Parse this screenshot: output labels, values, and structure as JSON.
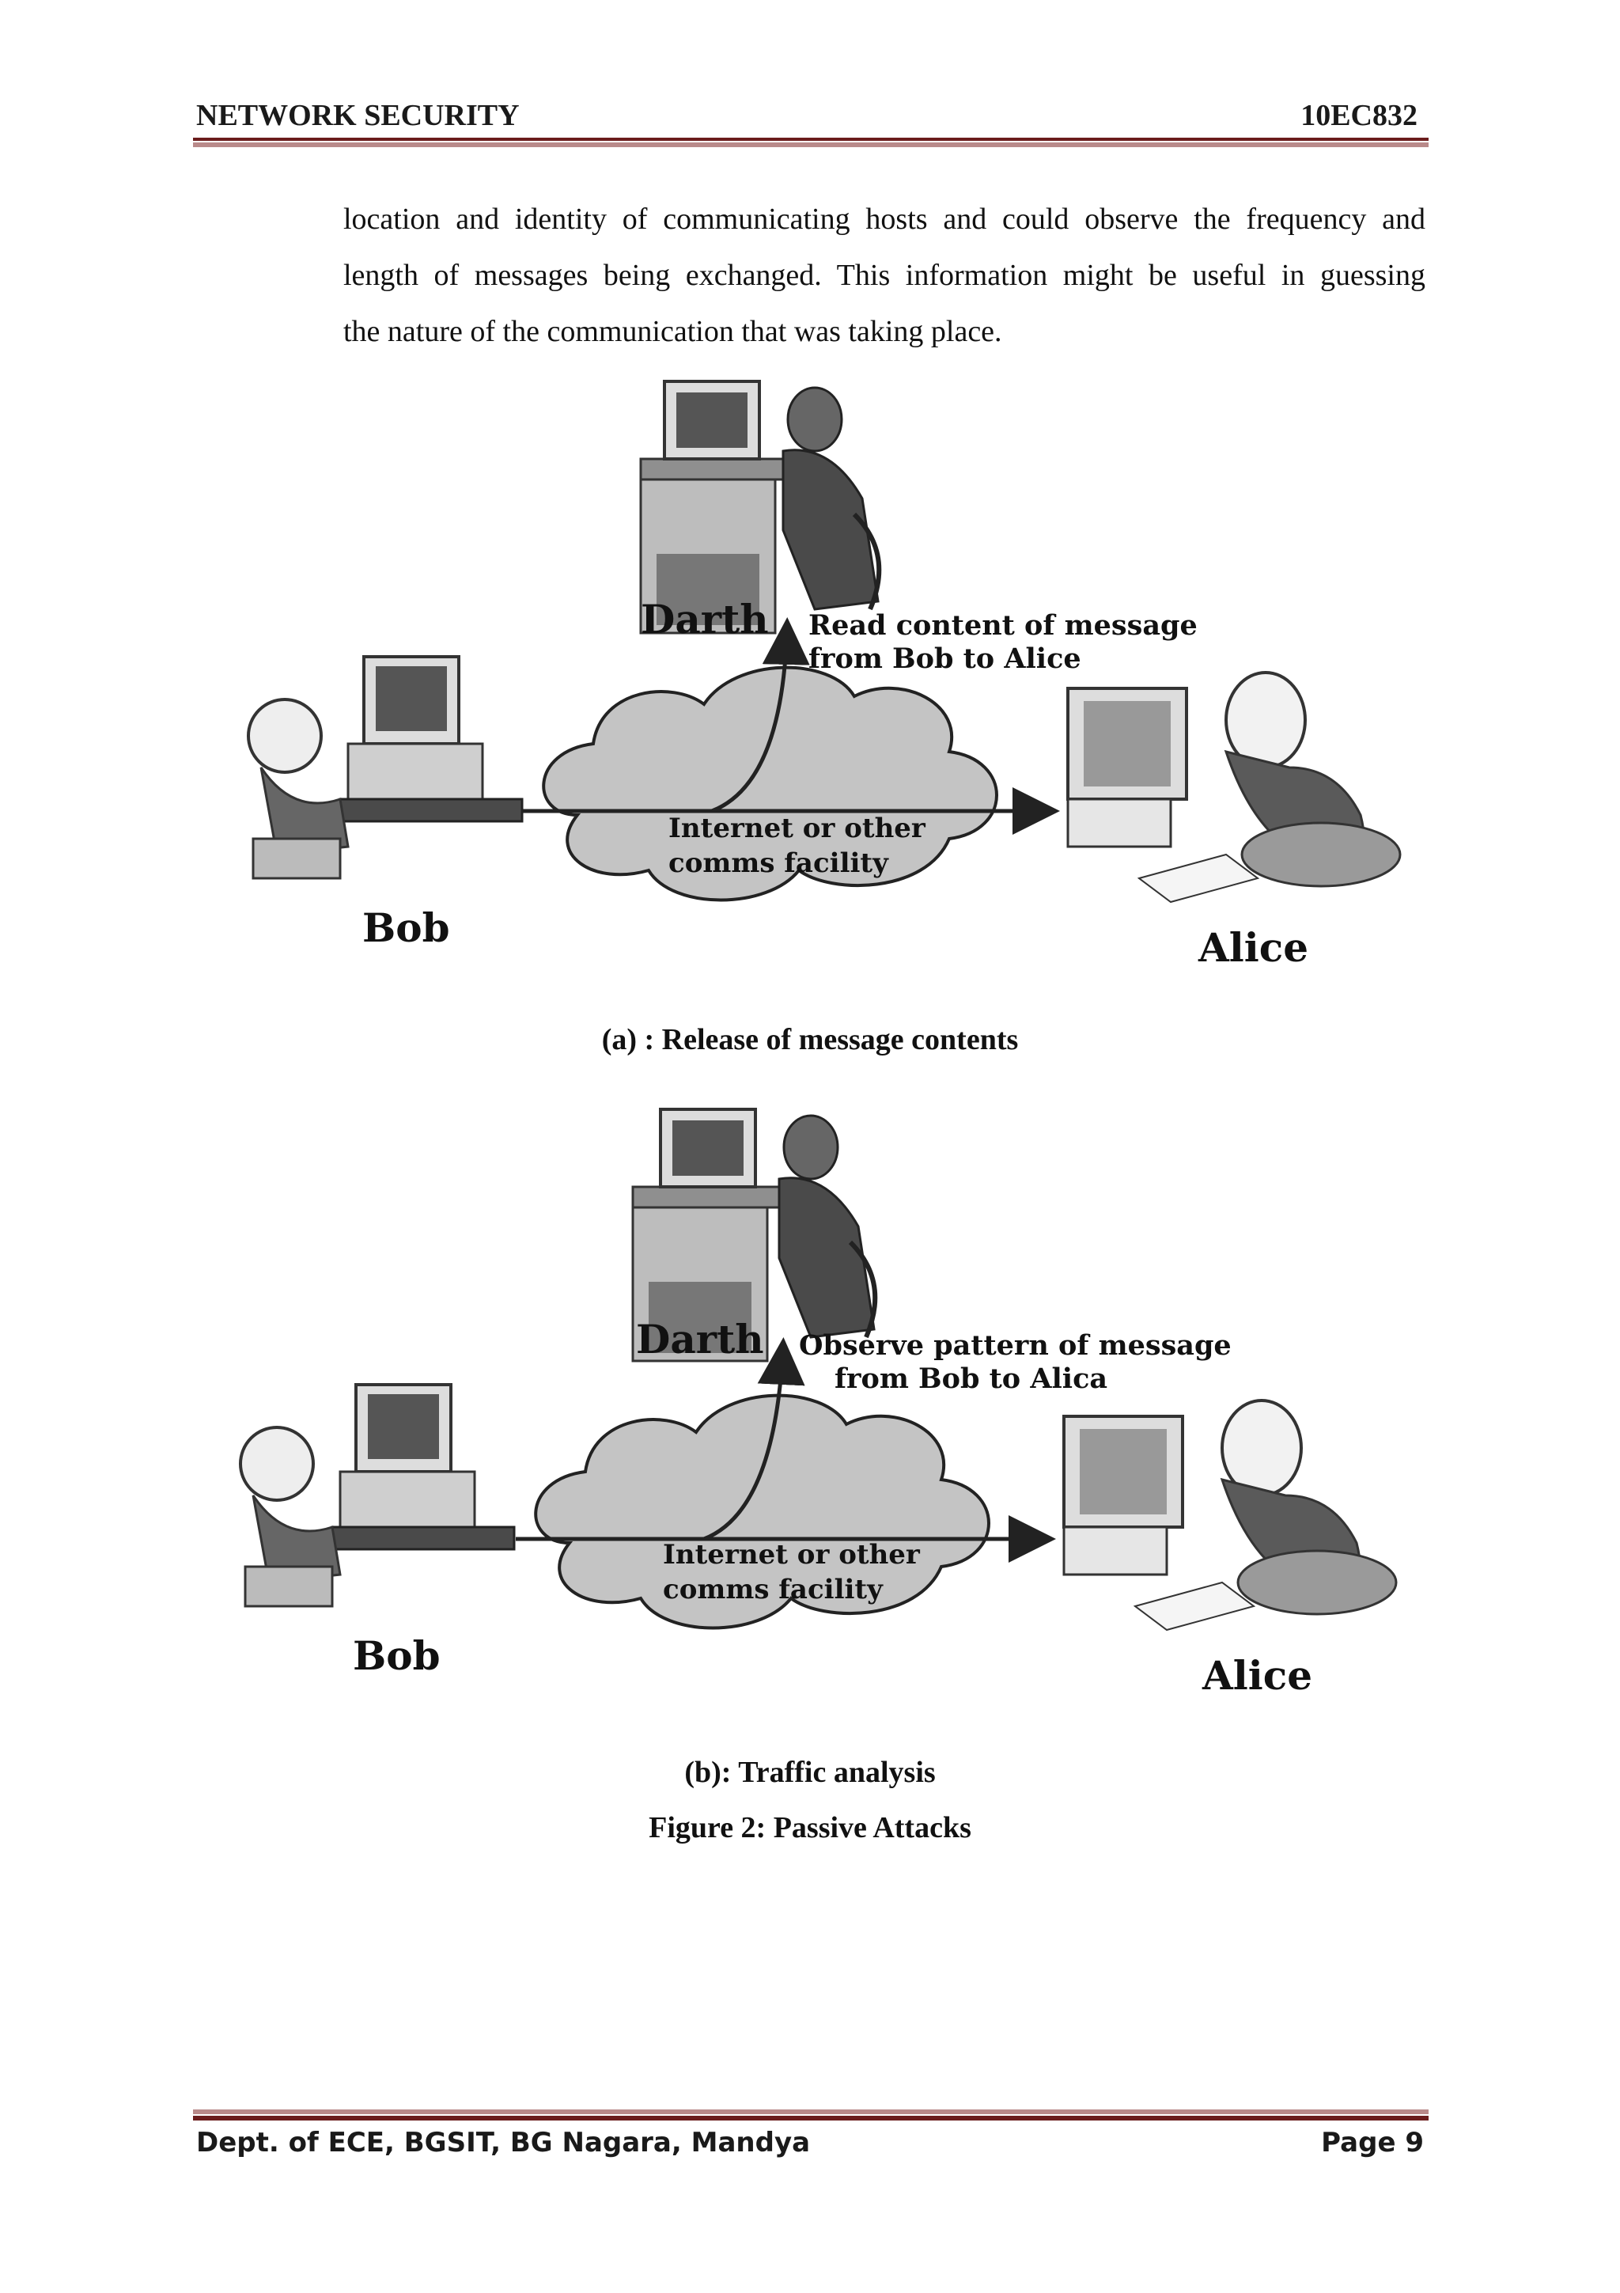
{
  "header": {
    "left": "NETWORK SECURITY",
    "right": "10EC832"
  },
  "paragraph_lines": [
    "location and identity of communicating hosts and could observe the frequency and",
    "length of messages being exchanged. This information might be useful in guessing",
    "the nature of the communication that was taking place."
  ],
  "figures": [
    {
      "attacker": "Darth",
      "annotation_line1": "Read content of message",
      "annotation_line2": "from Bob to Alice",
      "cloud_line1": "Internet or other",
      "cloud_line2": "comms facility",
      "sender": "Bob",
      "receiver": "Alice",
      "caption": "(a)  : Release of message contents"
    },
    {
      "attacker": "Darth",
      "annotation_line1": "Observe pattern of message",
      "annotation_line2": "from Bob to Alica",
      "cloud_line1": "Internet or other",
      "cloud_line2": "comms facility",
      "sender": "Bob",
      "receiver": "Alice",
      "caption": "(b): Traffic analysis"
    }
  ],
  "figure_title": "Figure 2: Passive Attacks",
  "footer": {
    "left": "Dept. of ECE, BGSIT, BG Nagara, Mandya",
    "right": "Page 9"
  },
  "colors": {
    "rule_dark": "#6b1d1d",
    "rule_light": "#b98a8a",
    "cloud_fill": "#c4c4c4"
  }
}
